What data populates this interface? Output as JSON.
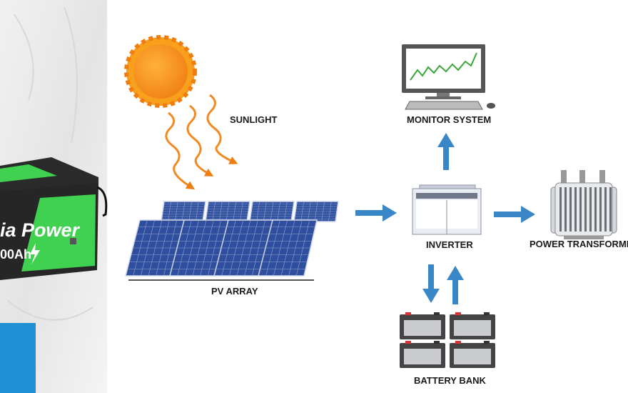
{
  "labels": {
    "sunlight": "SUNLIGHT",
    "pv_array": "PV ARRAY",
    "inverter": "INVERTER",
    "monitor_system": "MONITOR SYSTEM",
    "power_transformer": "POWER TRANSFORMER",
    "battery_bank": "BATTERY BANK"
  },
  "product": {
    "brand_text": "ia Power",
    "capacity_text": "00Ah"
  },
  "colors": {
    "arrow": "#3a87c8",
    "sun_ray": "#f08a24",
    "panel": "#2f4f9e",
    "battery_green": "#3fd14f"
  }
}
